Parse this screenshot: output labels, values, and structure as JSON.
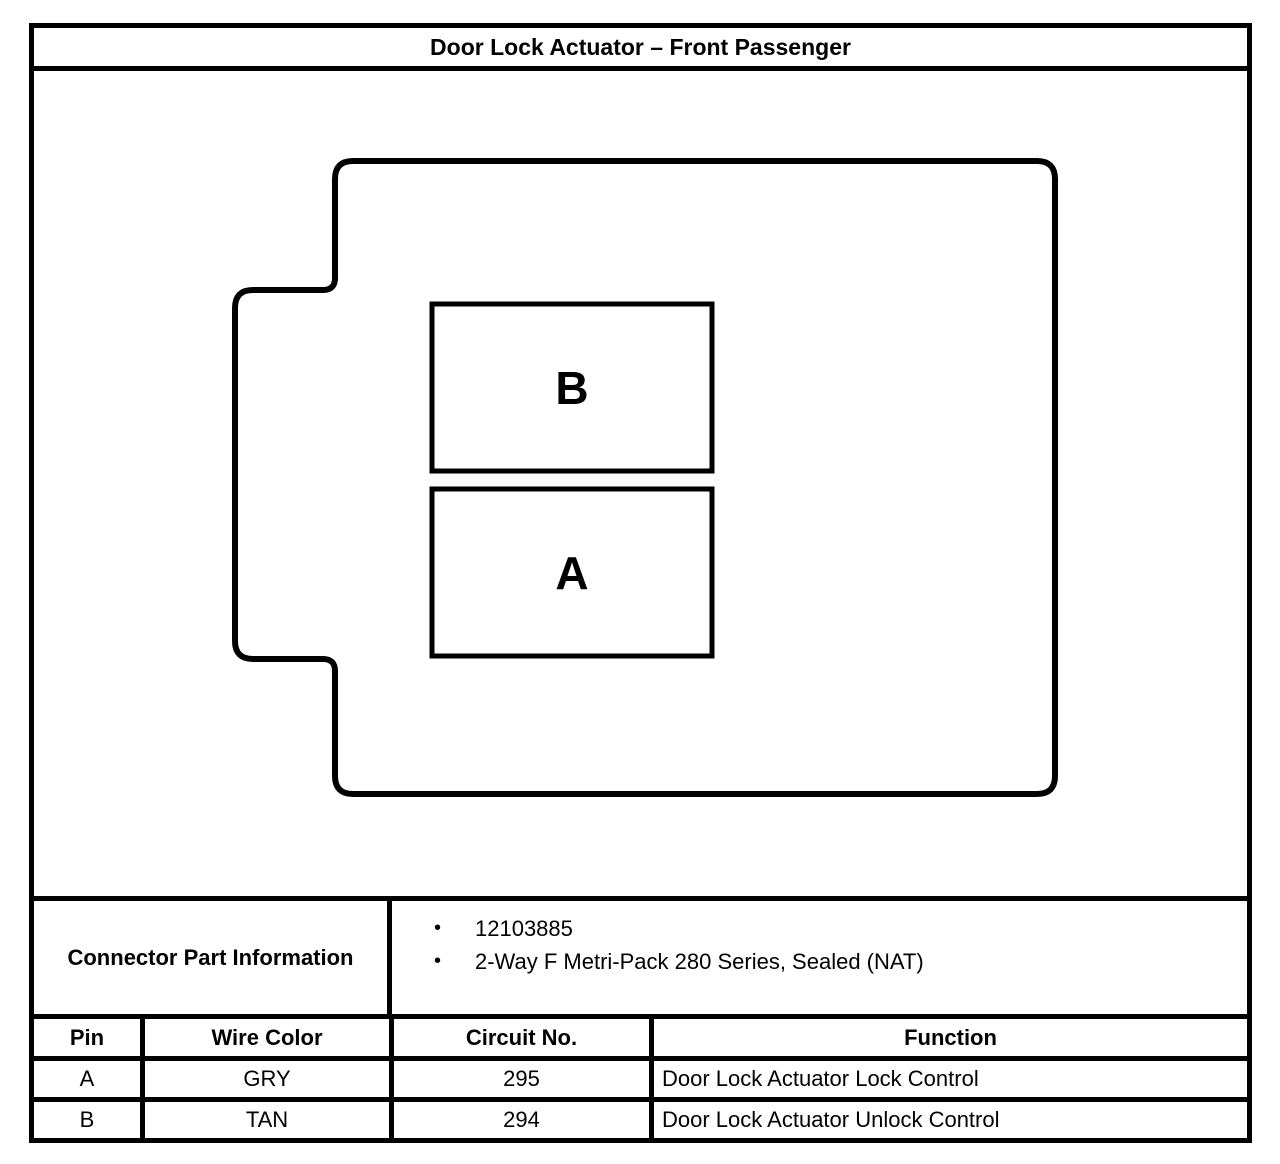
{
  "title": "Door Lock Actuator – Front Passenger",
  "diagram": {
    "terminals": [
      {
        "label": "B"
      },
      {
        "label": "A"
      }
    ]
  },
  "connector_part_information": {
    "label": "Connector Part Information",
    "bullet_icon": "•",
    "items": [
      "12103885",
      "2-Way F Metri-Pack 280 Series, Sealed (NAT)"
    ]
  },
  "pin_table": {
    "headers": {
      "pin": "Pin",
      "wire_color": "Wire Color",
      "circuit_no": "Circuit No.",
      "function": "Function"
    },
    "rows": [
      {
        "pin": "A",
        "wire_color": "GRY",
        "circuit_no": "295",
        "function": "Door Lock Actuator Lock Control"
      },
      {
        "pin": "B",
        "wire_color": "TAN",
        "circuit_no": "294",
        "function": "Door Lock Actuator Unlock Control"
      }
    ]
  },
  "colors": {
    "line": "#000000",
    "background": "#ffffff"
  }
}
